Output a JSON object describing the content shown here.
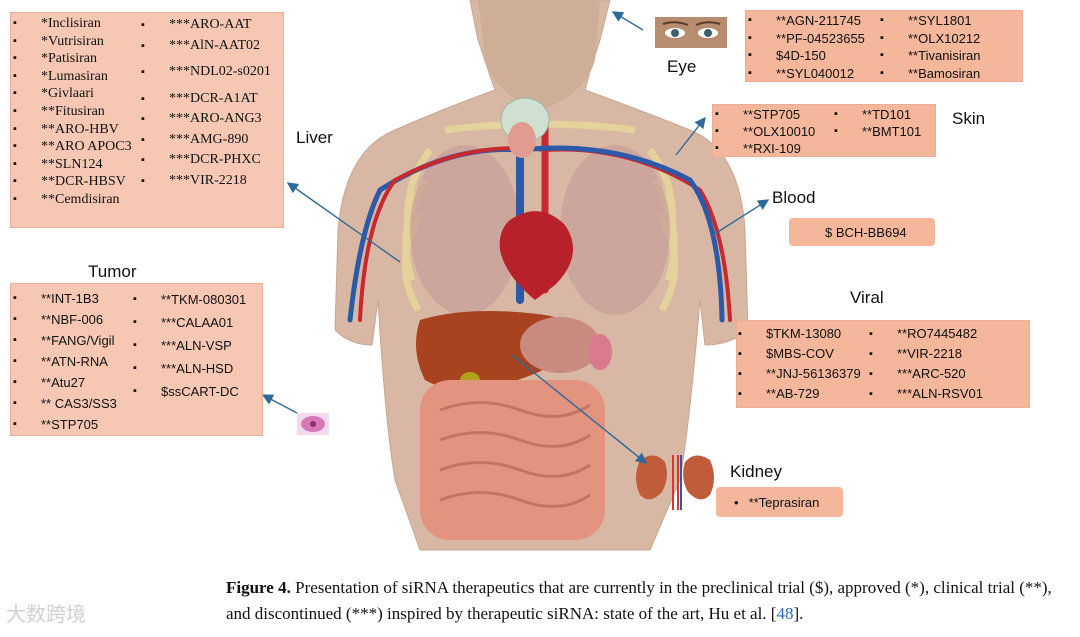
{
  "liver": {
    "label": "Liver",
    "col1": [
      "*Inclisiran",
      "*Vutrisiran",
      "*Patisiran",
      "*Lumasiran",
      "*Givlaari",
      "**Fitusiran",
      "**ARO-HBV",
      "**ARO APOC3",
      "**SLN124",
      "**DCR-HBSV",
      "**Cemdisiran"
    ],
    "col2": [
      "***ARO-AAT",
      "***AlN-AAT02",
      "***NDL02-s0201",
      "***DCR-A1AT",
      "***ARO-ANG3",
      "***AMG-890",
      "***DCR-PHXC",
      "***VIR-2218"
    ]
  },
  "tumor": {
    "label": "Tumor",
    "col1": [
      "**INT-1B3",
      "**NBF-006",
      "**FANG/Vigil",
      "**ATN-RNA",
      "**Atu27",
      "** CAS3/SS3",
      "**STP705"
    ],
    "col2": [
      "**TKM-080301",
      "***CALAA01",
      "***ALN-VSP",
      "***ALN-HSD",
      "$ssCART-DC"
    ]
  },
  "eye": {
    "label": "Eye",
    "col1": [
      "**AGN-211745",
      "**PF-04523655",
      "$4D-150",
      "**SYL040012"
    ],
    "col2": [
      "**SYL1801",
      "**OLX10212",
      "**Tivanisiran",
      "**Bamosiran"
    ]
  },
  "skin": {
    "label": "Skin",
    "col1": [
      "**STP705",
      "**OLX10010",
      "**RXI-109"
    ],
    "col2": [
      "**TD101",
      "**BMT101"
    ]
  },
  "blood": {
    "label": "Blood",
    "item": "$ BCH-BB694"
  },
  "viral": {
    "label": "Viral",
    "col1": [
      "$TKM-13080",
      "$MBS-COV",
      "**JNJ-56136379",
      "**AB-729"
    ],
    "col2": [
      "**RO7445482",
      "**VIR-2218",
      "***ARC-520",
      "***ALN-RSV01"
    ]
  },
  "kidney": {
    "label": "Kidney",
    "item": "**Teprasiran"
  },
  "caption": {
    "figure": "Figure 4.",
    "text": "Presentation of siRNA therapeutics that are currently in the preclinical trial ($), approved (*), clinical trial (**), and discontinued (***) inspired by therapeutic siRNA: state of the art, Hu et al. [",
    "ref": "48",
    "end": "]."
  },
  "watermark": "大数跨境",
  "colors": {
    "box": "#f6c8b4",
    "arrow": "#2f6b9a",
    "ref": "#2a6db3"
  }
}
